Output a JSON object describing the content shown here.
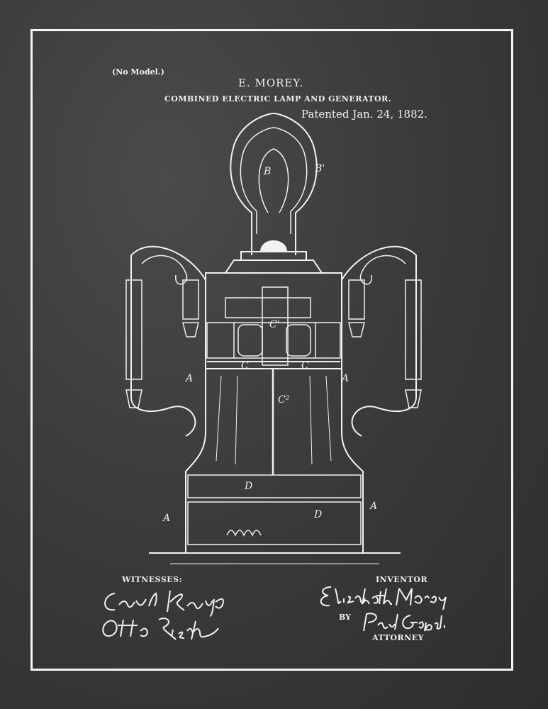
{
  "header": {
    "no_model": "(No Model.)",
    "inventor_name": "E. MOREY.",
    "title": "COMBINED ELECTRIC LAMP AND GENERATOR.",
    "patented": "Patented Jan. 24, 1882."
  },
  "figure": {
    "labels": {
      "B": "B",
      "B_prime": "B'",
      "C1": "C'",
      "C_left": "C",
      "C_right": "C",
      "C2": "C²",
      "A_upper_left": "A",
      "A_upper_right": "A",
      "A_lower_left": "A",
      "A_lower_right": "A",
      "D_upper": "D",
      "D_lower": "D"
    }
  },
  "footer": {
    "witnesses_label": "WITNESSES:",
    "witness_1": "Carl Karp",
    "witness_2": "Otto Risch",
    "inventor_label": "INVENTOR",
    "inventor_signature": "Elizabeth Morey",
    "by_label": "BY",
    "attorney_signature": "Paul Goepel",
    "attorney_label": "ATTORNEY"
  },
  "colors": {
    "background": "#3a3a3a",
    "ink": "#f2f2f2"
  }
}
